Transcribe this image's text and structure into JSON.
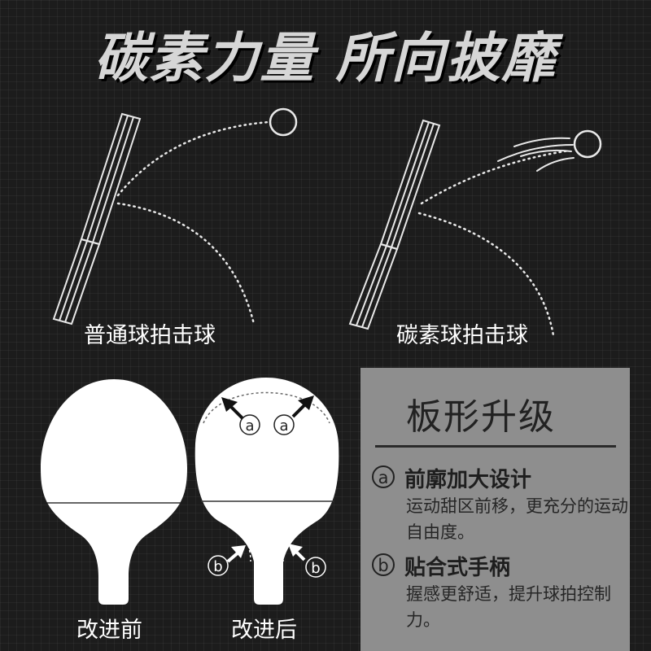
{
  "headline": "碳素力量 所向披靡",
  "captions": {
    "normal": "普通球拍击球",
    "carbon": "碳素球拍击球",
    "before": "改进前",
    "after": "改进后"
  },
  "markers": {
    "a": "a",
    "b": "b"
  },
  "panel": {
    "title": "板形升级",
    "features": [
      {
        "badge": "a",
        "title": "前廓加大设计",
        "desc": "运动甜区前移，更充分的运动自由度。"
      },
      {
        "badge": "b",
        "title": "贴合式手柄",
        "desc": "握感更舒适，提升球拍控制力。"
      }
    ]
  },
  "colors": {
    "background": "#1c1c1c",
    "panel": "#8e8e8e",
    "paddle": "#ffffff",
    "headline": "#d6d6d6"
  }
}
